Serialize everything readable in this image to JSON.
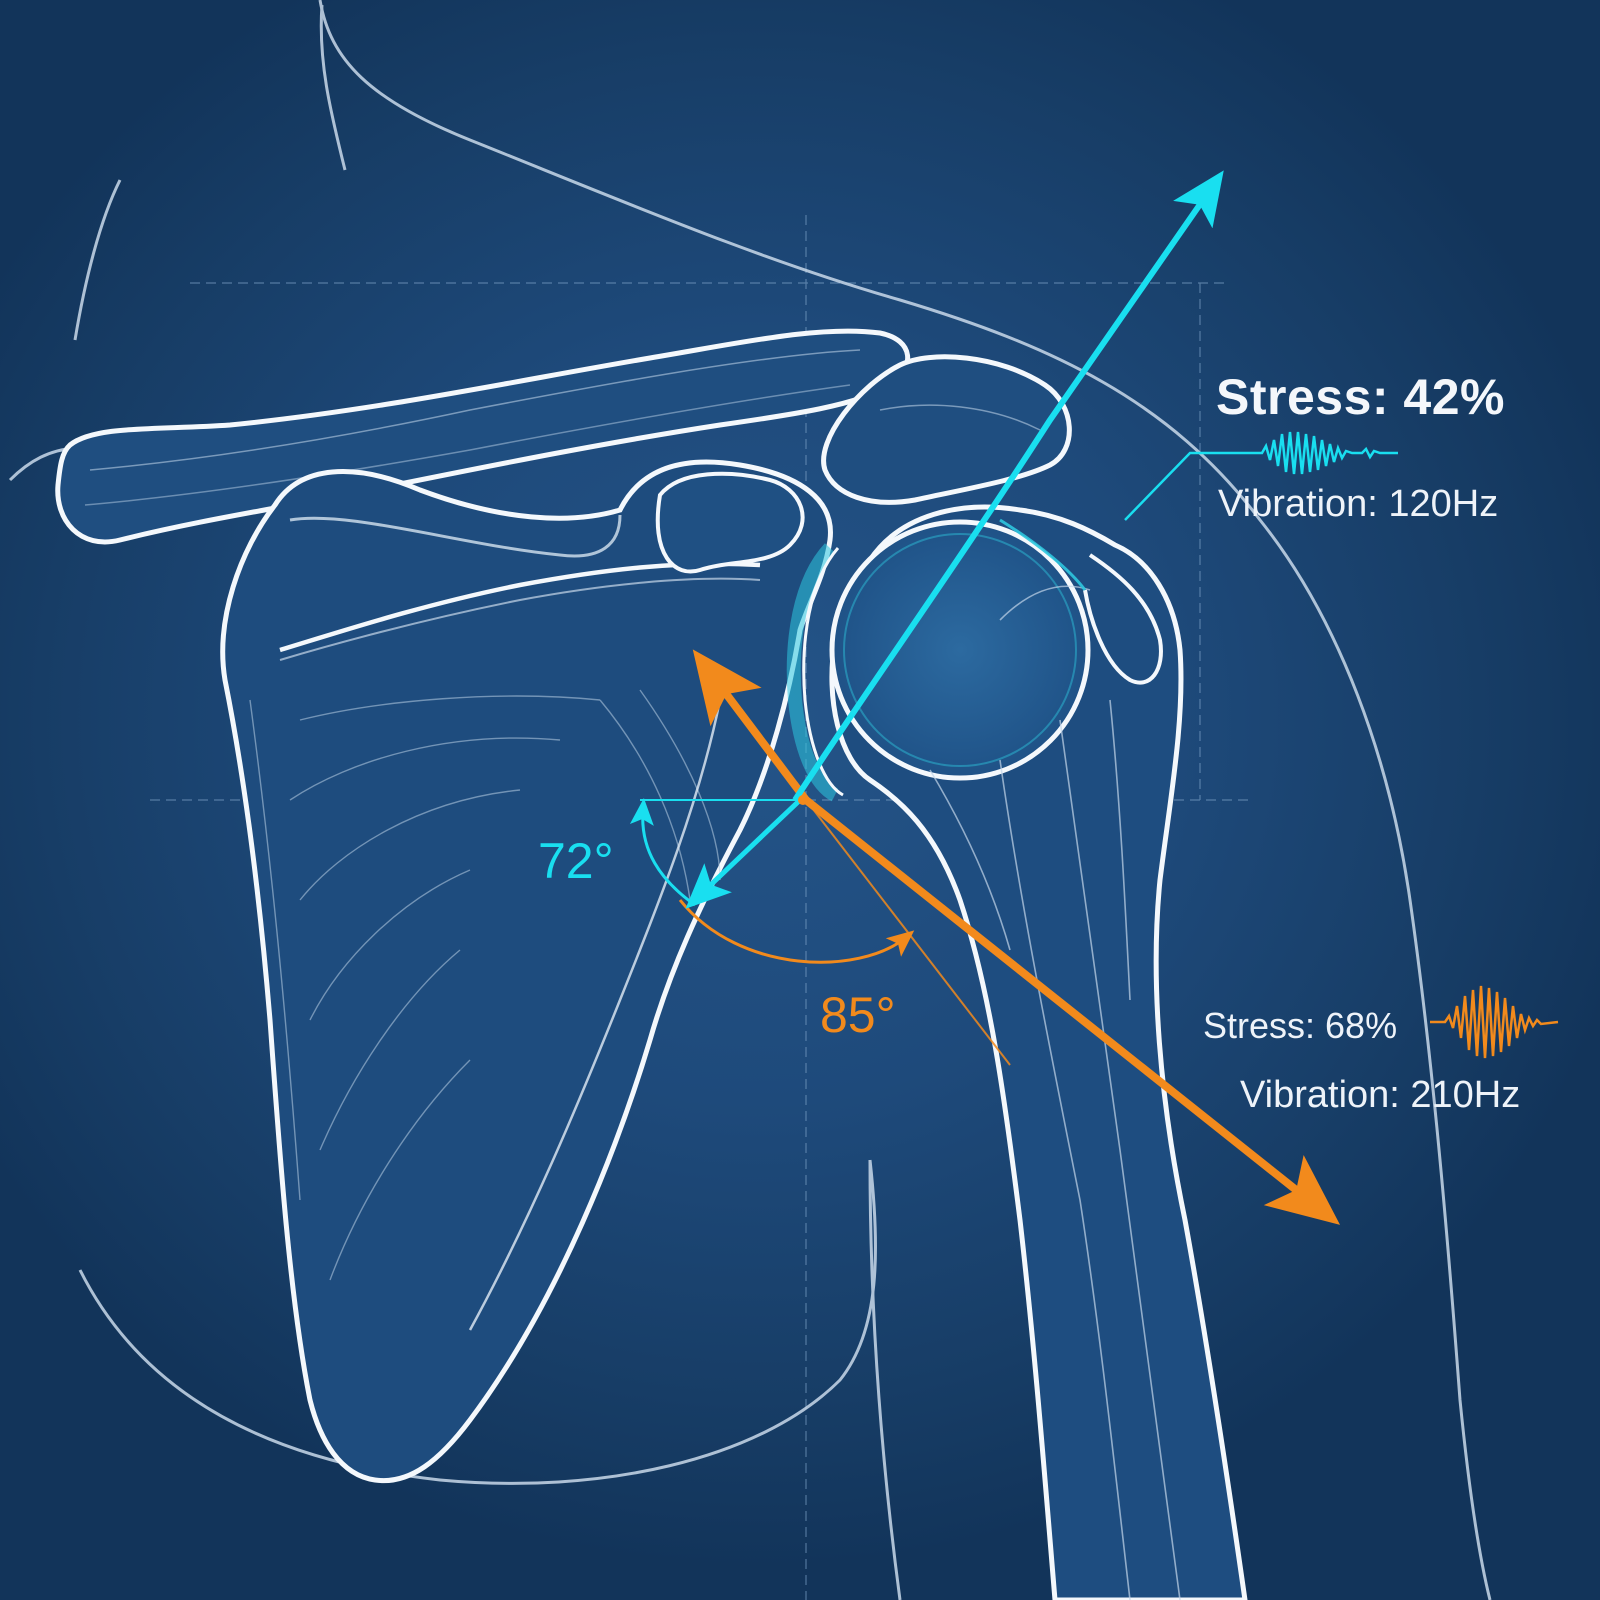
{
  "labels": {
    "cyan_stress": "Stress: 42%",
    "cyan_vibration": "Vibration: 120Hz",
    "orange_stress": "Stress: 68%",
    "orange_vibration": "Vibration: 210Hz",
    "cyan_angle": "72°",
    "orange_angle": "85°"
  },
  "colors": {
    "background": "#1c4775",
    "bone_outline": "#f4f8fc",
    "cyan_vector": "#19dff0",
    "orange_vector": "#f28a1c"
  }
}
